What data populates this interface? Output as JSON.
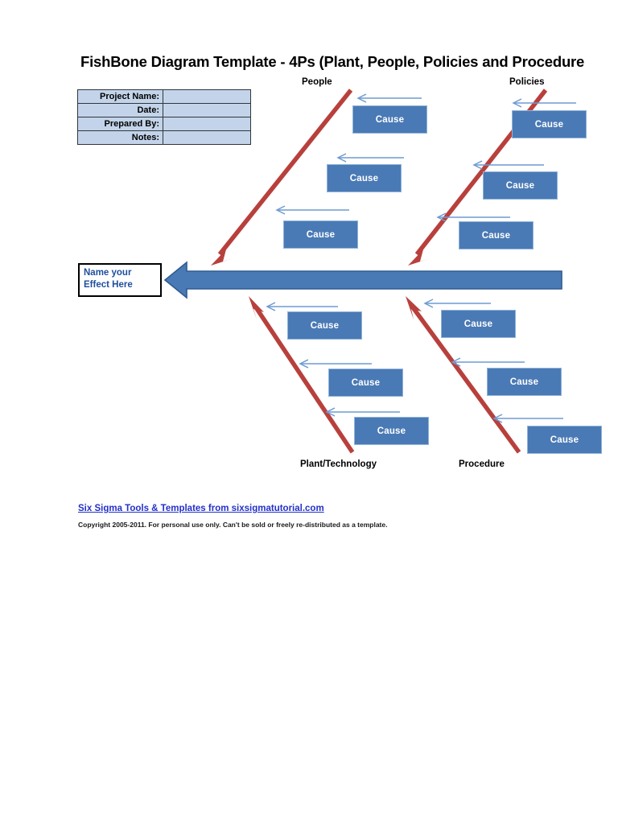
{
  "page": {
    "title": "FishBone Diagram Template - 4Ps (Plant, People, Policies and Procedure"
  },
  "info_table": {
    "rows": [
      {
        "label": "Project Name:",
        "value": ""
      },
      {
        "label": "Date:",
        "value": ""
      },
      {
        "label": "Prepared By:",
        "value": ""
      },
      {
        "label": "Notes:",
        "value": ""
      }
    ]
  },
  "diagram": {
    "effect": {
      "line1": "Name your",
      "line2": "Effect Here"
    },
    "categories": [
      {
        "name": "people",
        "label": "People"
      },
      {
        "name": "policies",
        "label": "Policies"
      },
      {
        "name": "plant-technology",
        "label": "Plant/Technology"
      },
      {
        "name": "procedure",
        "label": "Procedure"
      }
    ],
    "causes": {
      "people": [
        "Cause",
        "Cause",
        "Cause"
      ],
      "policies": [
        "Cause",
        "Cause",
        "Cause"
      ],
      "plant_technology": [
        "Cause",
        "Cause",
        "Cause"
      ],
      "procedure": [
        "Cause",
        "Cause",
        "Cause"
      ]
    },
    "colors": {
      "spine_fill": "#4a7ab5",
      "spine_border": "#2f5b91",
      "bone_red": "#b8403c",
      "cause_fill": "#4a7ab5",
      "cause_border": "#8fb3d9",
      "connector_blue": "#6e9bd1",
      "table_fill": "#c3d4ea",
      "effect_text": "#1f4e9c",
      "link_blue": "#2330c8"
    }
  },
  "footer": {
    "link": "Six Sigma Tools & Templates from sixsigmatutorial.com",
    "copyright": "Copyright 2005-2011. For personal use only. Can't be sold or freely re-distributed as a template."
  }
}
